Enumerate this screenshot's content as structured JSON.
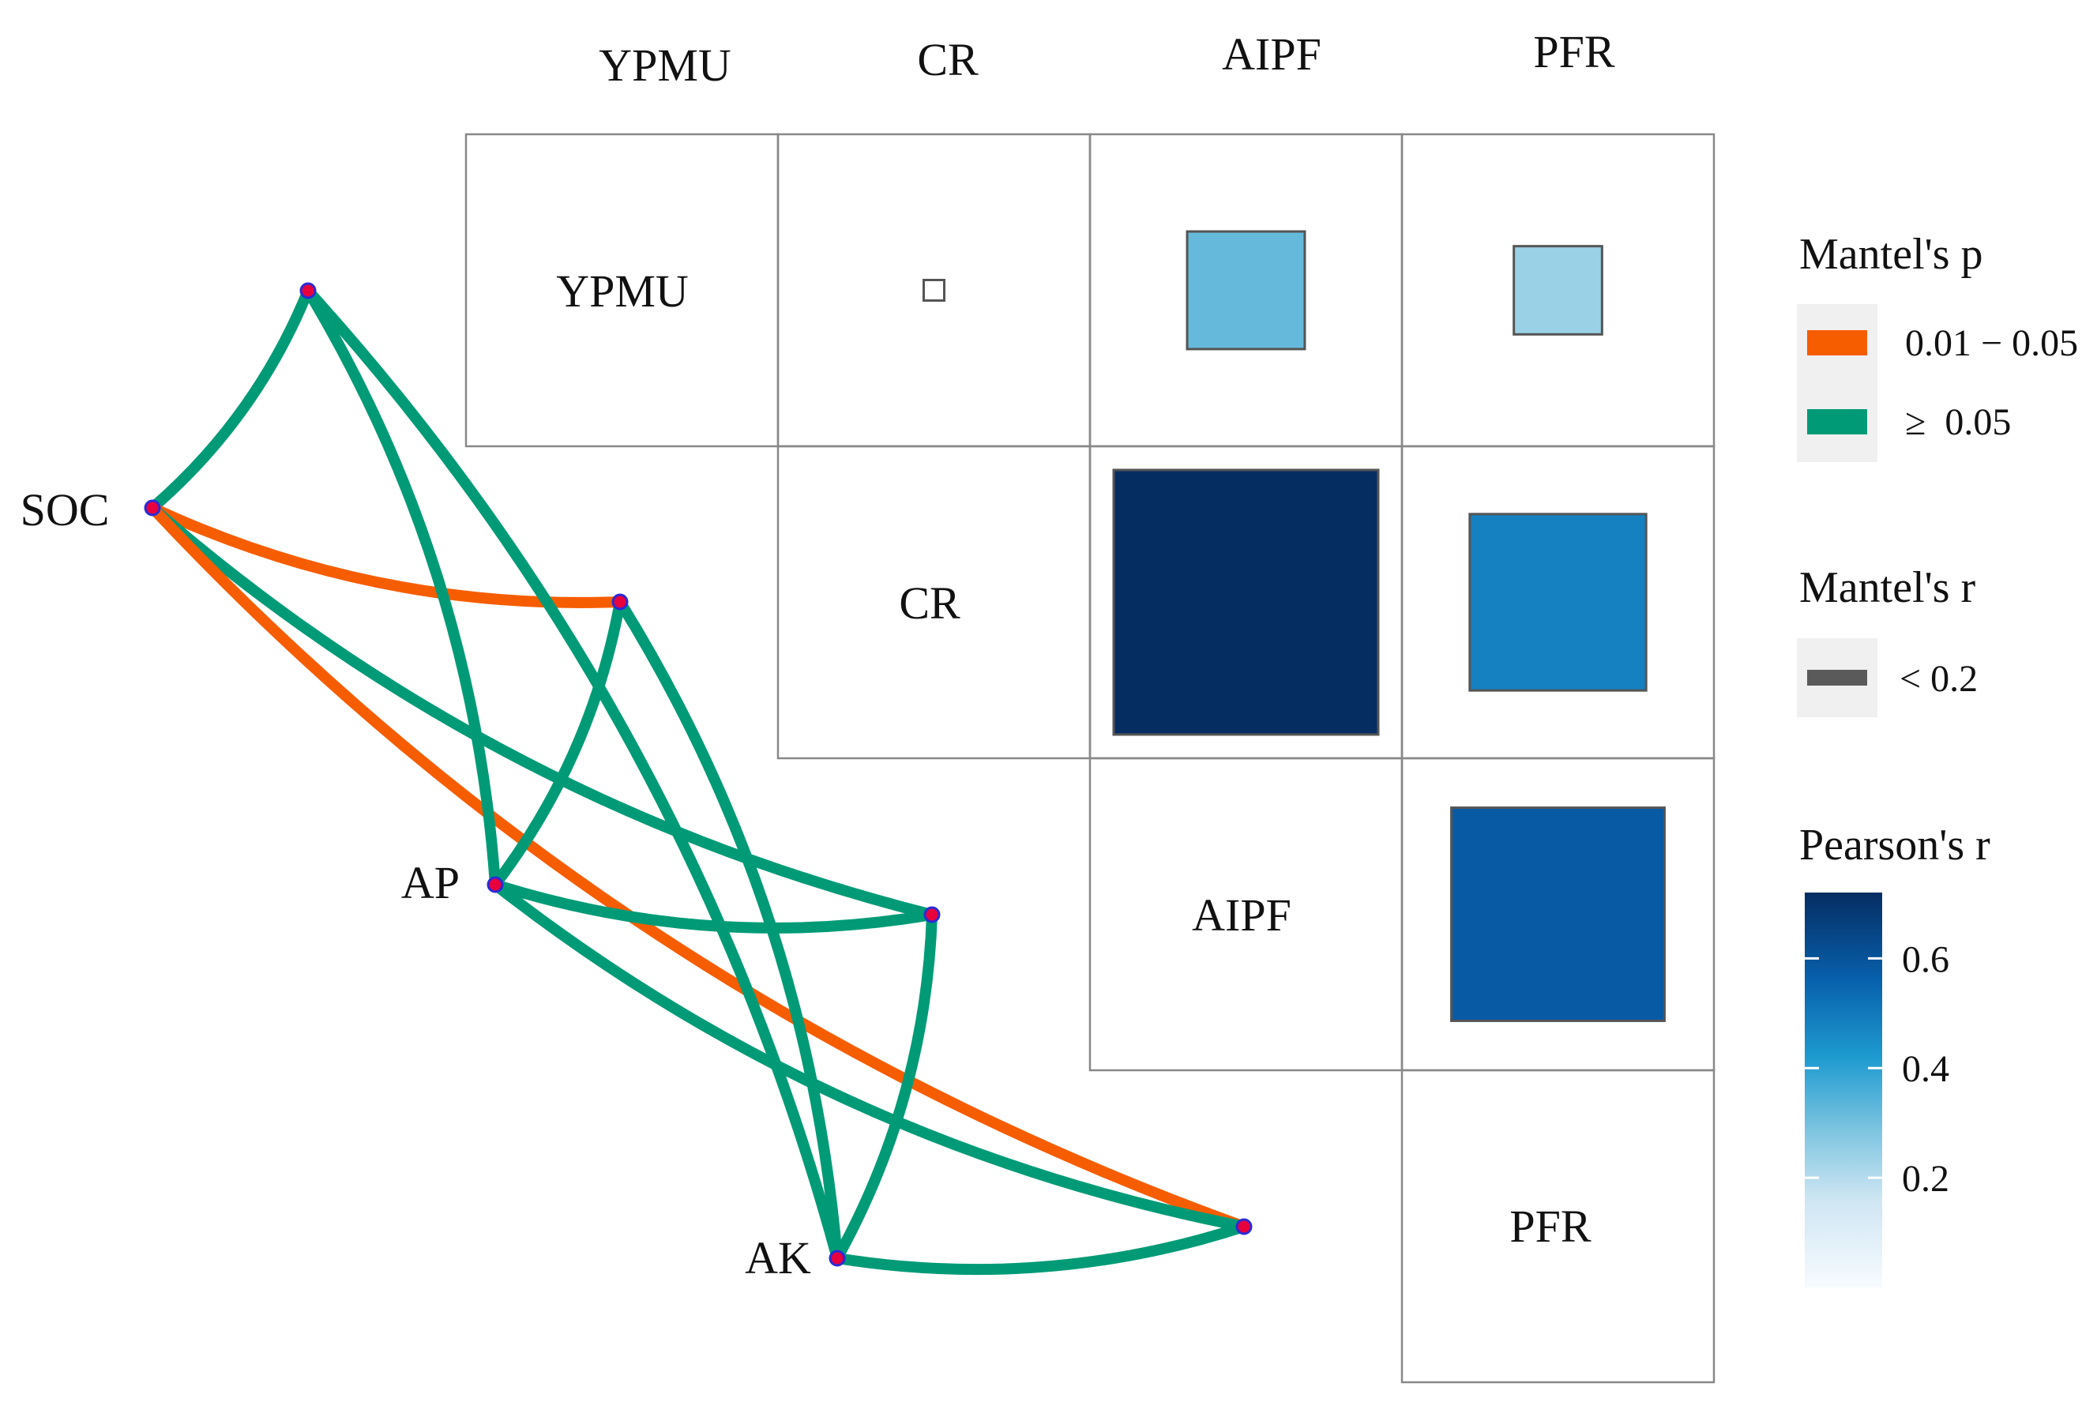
{
  "chart_data": {
    "type": "heatmap",
    "subtype": "mantel-correlogram",
    "variables": [
      "YPMU",
      "CR",
      "AIPF",
      "PFR"
    ],
    "correlation_matrix": {
      "description_of_shape": "upper triangle, square size and fill scale with Pearson's r",
      "cells": [
        {
          "row": "YPMU",
          "col": "CR",
          "r": 0.02
        },
        {
          "row": "YPMU",
          "col": "AIPF",
          "r": 0.32
        },
        {
          "row": "YPMU",
          "col": "PFR",
          "r": 0.24
        },
        {
          "row": "CR",
          "col": "AIPF",
          "r": 0.72
        },
        {
          "row": "CR",
          "col": "PFR",
          "r": 0.48
        },
        {
          "row": "AIPF",
          "col": "PFR",
          "r": 0.58
        }
      ]
    },
    "nodes": [
      "SOC",
      "AP",
      "AK"
    ],
    "links": [
      {
        "from": "SOC",
        "to": "YPMU",
        "mantel_p": ">= 0.05",
        "mantel_r": "< 0.2"
      },
      {
        "from": "SOC",
        "to": "CR",
        "mantel_p": "0.01 - 0.05",
        "mantel_r": "< 0.2"
      },
      {
        "from": "SOC",
        "to": "AIPF",
        "mantel_p": ">= 0.05",
        "mantel_r": "< 0.2"
      },
      {
        "from": "SOC",
        "to": "PFR",
        "mantel_p": "0.01 - 0.05",
        "mantel_r": "< 0.2"
      },
      {
        "from": "AP",
        "to": "YPMU",
        "mantel_p": ">= 0.05",
        "mantel_r": "< 0.2"
      },
      {
        "from": "AP",
        "to": "CR",
        "mantel_p": ">= 0.05",
        "mantel_r": "< 0.2"
      },
      {
        "from": "AP",
        "to": "AIPF",
        "mantel_p": ">= 0.05",
        "mantel_r": "< 0.2"
      },
      {
        "from": "AP",
        "to": "PFR",
        "mantel_p": ">= 0.05",
        "mantel_r": "< 0.2"
      },
      {
        "from": "AK",
        "to": "YPMU",
        "mantel_p": ">= 0.05",
        "mantel_r": "< 0.2"
      },
      {
        "from": "AK",
        "to": "CR",
        "mantel_p": ">= 0.05",
        "mantel_r": "< 0.2"
      },
      {
        "from": "AK",
        "to": "AIPF",
        "mantel_p": ">= 0.05",
        "mantel_r": "< 0.2"
      },
      {
        "from": "AK",
        "to": "PFR",
        "mantel_p": ">= 0.05",
        "mantel_r": "< 0.2"
      }
    ],
    "colors": {
      "p_sig": "#f65d00",
      "p_ns": "#009b76",
      "node_fill": "#e8003d",
      "node_stroke": "#2a2ad8",
      "grid": "#888888",
      "mantel_r_line": "#5a5a5a",
      "scale_low": "#f7fbff",
      "scale_high": "#062d62"
    },
    "legend": {
      "p_title": "Mantel's p",
      "p_items": [
        {
          "label": "0.01 − 0.05",
          "color": "#f65d00"
        },
        {
          "label": "≥  0.05",
          "color": "#009b76"
        }
      ],
      "r_title": "Mantel's r",
      "r_items": [
        {
          "label": "< 0.2"
        }
      ],
      "pearson_title": "Pearson's r",
      "pearson_ticks": [
        0.2,
        0.4,
        0.6
      ],
      "pearson_tick_labels": [
        "0.2",
        "0.4",
        "0.6"
      ],
      "pearson_range": [
        0,
        0.72
      ],
      "placement": "right"
    }
  }
}
